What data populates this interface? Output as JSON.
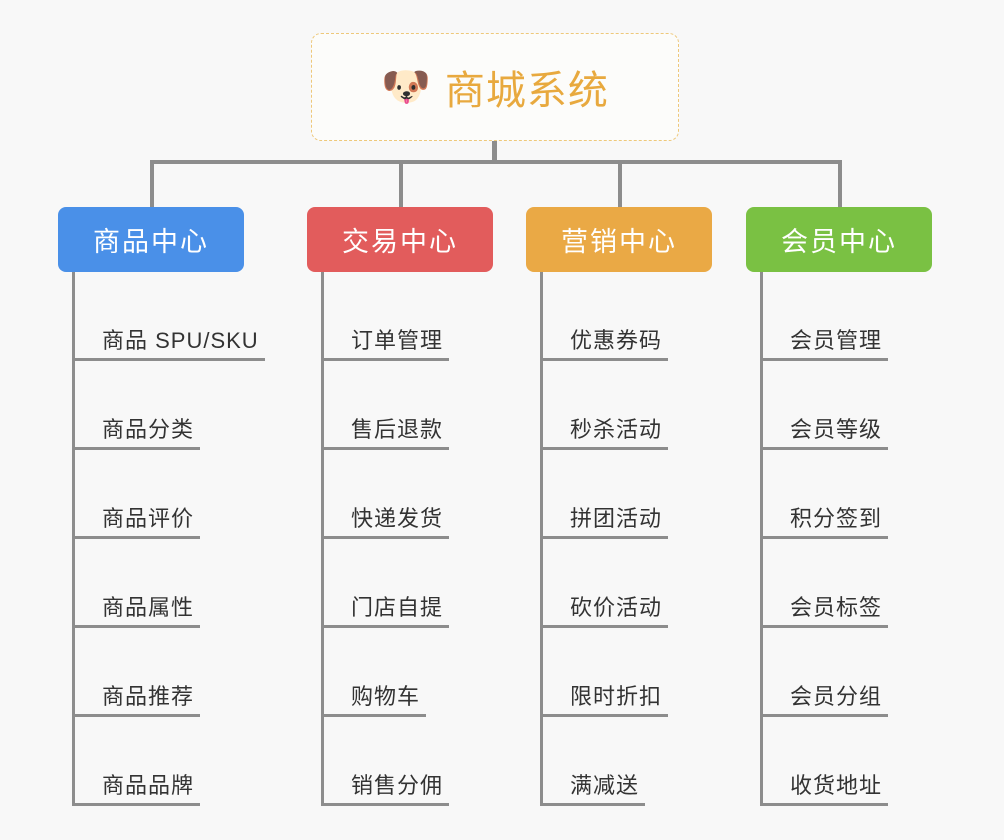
{
  "diagram": {
    "type": "mindmap",
    "background_color": "#f8f8f8",
    "line_color": "#8d8d8d"
  },
  "root": {
    "icon": "shiba-dog-face-emoji",
    "emoji": "🐶",
    "title": "商城系统",
    "text_color": "#e8a93e",
    "border_color": "#eec87a"
  },
  "branches": [
    {
      "label": "商品中心",
      "color": "#4a90e8",
      "items": [
        {
          "label": "商品 SPU/SKU"
        },
        {
          "label": "商品分类"
        },
        {
          "label": "商品评价"
        },
        {
          "label": "商品属性"
        },
        {
          "label": "商品推荐"
        },
        {
          "label": "商品品牌"
        }
      ]
    },
    {
      "label": "交易中心",
      "color": "#e25c5c",
      "items": [
        {
          "label": "订单管理"
        },
        {
          "label": "售后退款"
        },
        {
          "label": "快递发货"
        },
        {
          "label": "门店自提"
        },
        {
          "label": "购物车"
        },
        {
          "label": "销售分佣"
        }
      ]
    },
    {
      "label": "营销中心",
      "color": "#eaa945",
      "items": [
        {
          "label": "优惠券码"
        },
        {
          "label": "秒杀活动"
        },
        {
          "label": "拼团活动"
        },
        {
          "label": "砍价活动"
        },
        {
          "label": "限时折扣"
        },
        {
          "label": "满减送"
        }
      ]
    },
    {
      "label": "会员中心",
      "color": "#7ac143",
      "items": [
        {
          "label": "会员管理"
        },
        {
          "label": "会员等级"
        },
        {
          "label": "积分签到"
        },
        {
          "label": "会员标签"
        },
        {
          "label": "会员分组"
        },
        {
          "label": "收货地址"
        }
      ]
    }
  ]
}
